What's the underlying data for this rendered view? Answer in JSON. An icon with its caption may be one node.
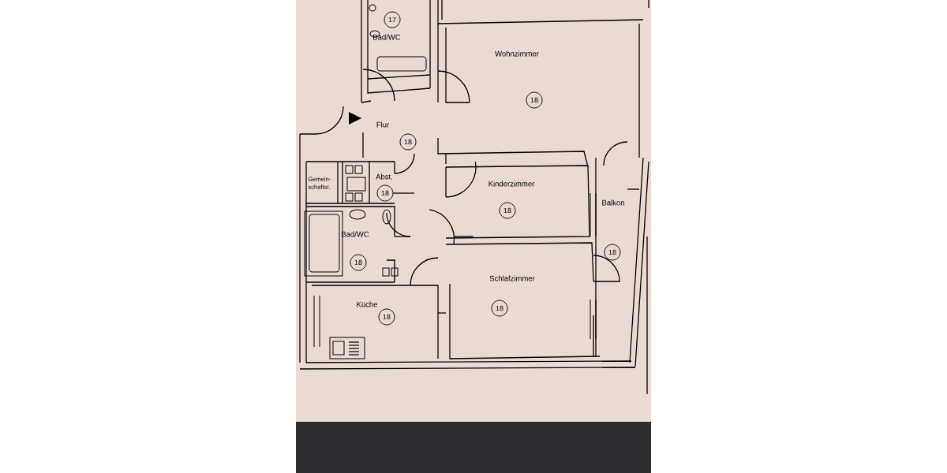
{
  "diagram": {
    "labels": [
      "17",
      "Bad/WC",
      "Wohnzimmer",
      "18",
      "Flur",
      "18",
      "Gemein- schaftsr.",
      "Abst.",
      "Kinderzimmer",
      "18",
      "Balkon",
      "18",
      "Bad/WC",
      "18",
      "18",
      "Schlafzimmer",
      "18",
      "Küche",
      "18"
    ]
  }
}
